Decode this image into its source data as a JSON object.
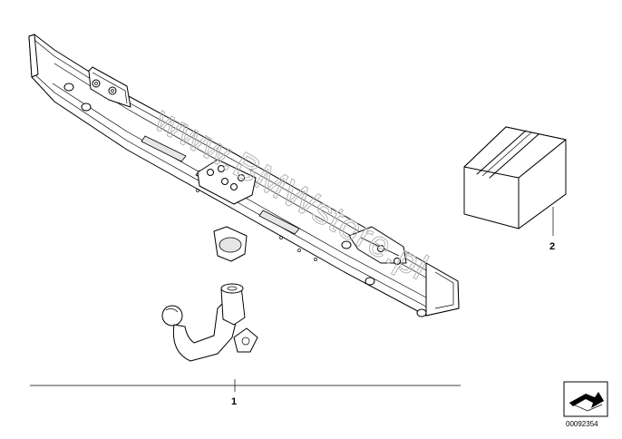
{
  "callouts": {
    "part1": "1",
    "part2": "2"
  },
  "watermark": "www.BMWstore.pl",
  "diagram_number": "00092354",
  "colors": {
    "line": "#000000",
    "watermark": "#b5b5b5",
    "background": "#ffffff"
  },
  "icons": {
    "box": "cardboard-box",
    "nav": "arrow-icon"
  }
}
